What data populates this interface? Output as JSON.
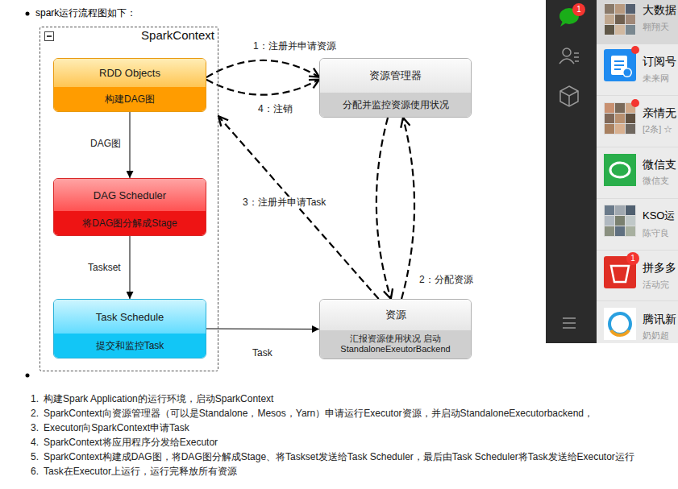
{
  "diagram": {
    "nodes": [
      {
        "text": [
          "SparkContext"
        ]
      },
      {
        "text": [
          "RDD Objects",
          "构建DAG图"
        ],
        "in": 0
      },
      {
        "text": [
          "DAG Scheduler",
          "将DAG图分解成Stage"
        ],
        "in": 0
      },
      {
        "text": [
          "Task Schedule",
          "提交和监控Task"
        ],
        "in": 0
      },
      {
        "text": [
          "资源管理器",
          "分配并监控资源使用状况"
        ]
      },
      {
        "text": [
          "资源",
          "汇报资源使用状况 启动StandaloneExeutorBackend"
        ]
      }
    ],
    "edges": [
      {
        "from": 1,
        "to": 4,
        "label": "1：注册并申请资源",
        "arrow": "to"
      },
      {
        "from": 1,
        "to": 4,
        "label": "4：注销",
        "arrow": "to"
      },
      {
        "from": 1,
        "to": 2,
        "label": "DAG图",
        "arrow": "to"
      },
      {
        "from": 2,
        "to": 3,
        "label": "Taskset",
        "arrow": "to"
      },
      {
        "from": 5,
        "to": 0,
        "label": "3：注册并申请Task",
        "arrow": "to"
      },
      {
        "from": 4,
        "to": 5,
        "label": "2：分配资源",
        "arrow": "to"
      },
      {
        "from": 5,
        "to": 4,
        "arrow": "to"
      },
      {
        "from": 3,
        "to": 5,
        "label": "Task",
        "arrow": "to"
      }
    ],
    "labels": [
      "spark运行流程图如下：",
      "1",
      "大数据",
      "翱翔天",
      "订阅号",
      "未来网",
      "亲情无",
      "[2条] ☆",
      "微信支",
      "微信支",
      "KSO运",
      "陈守良",
      "1",
      "拼多多",
      "活动完",
      "腾讯新",
      "奶奶超",
      "1.",
      "构建Spark Application的运行环境，启动SparkContext",
      "2.",
      "SparkContext向资源管理器（可以是Standalone，Mesos，Yarn）申请运行Executor资源，并启动StandaloneExecutorbackend，",
      "3.",
      "Executor向SparkContext申请Task",
      "4.",
      "SparkContext将应用程序分发给Executor",
      "5.",
      "SparkContext构建成DAG图，将DAG图分解成Stage、将Taskset发送给Task Scheduler，最后由Task Scheduler将Task发送给Executor运行",
      "6.",
      "Task在Executor上运行，运行完释放所有资源"
    ]
  }
}
